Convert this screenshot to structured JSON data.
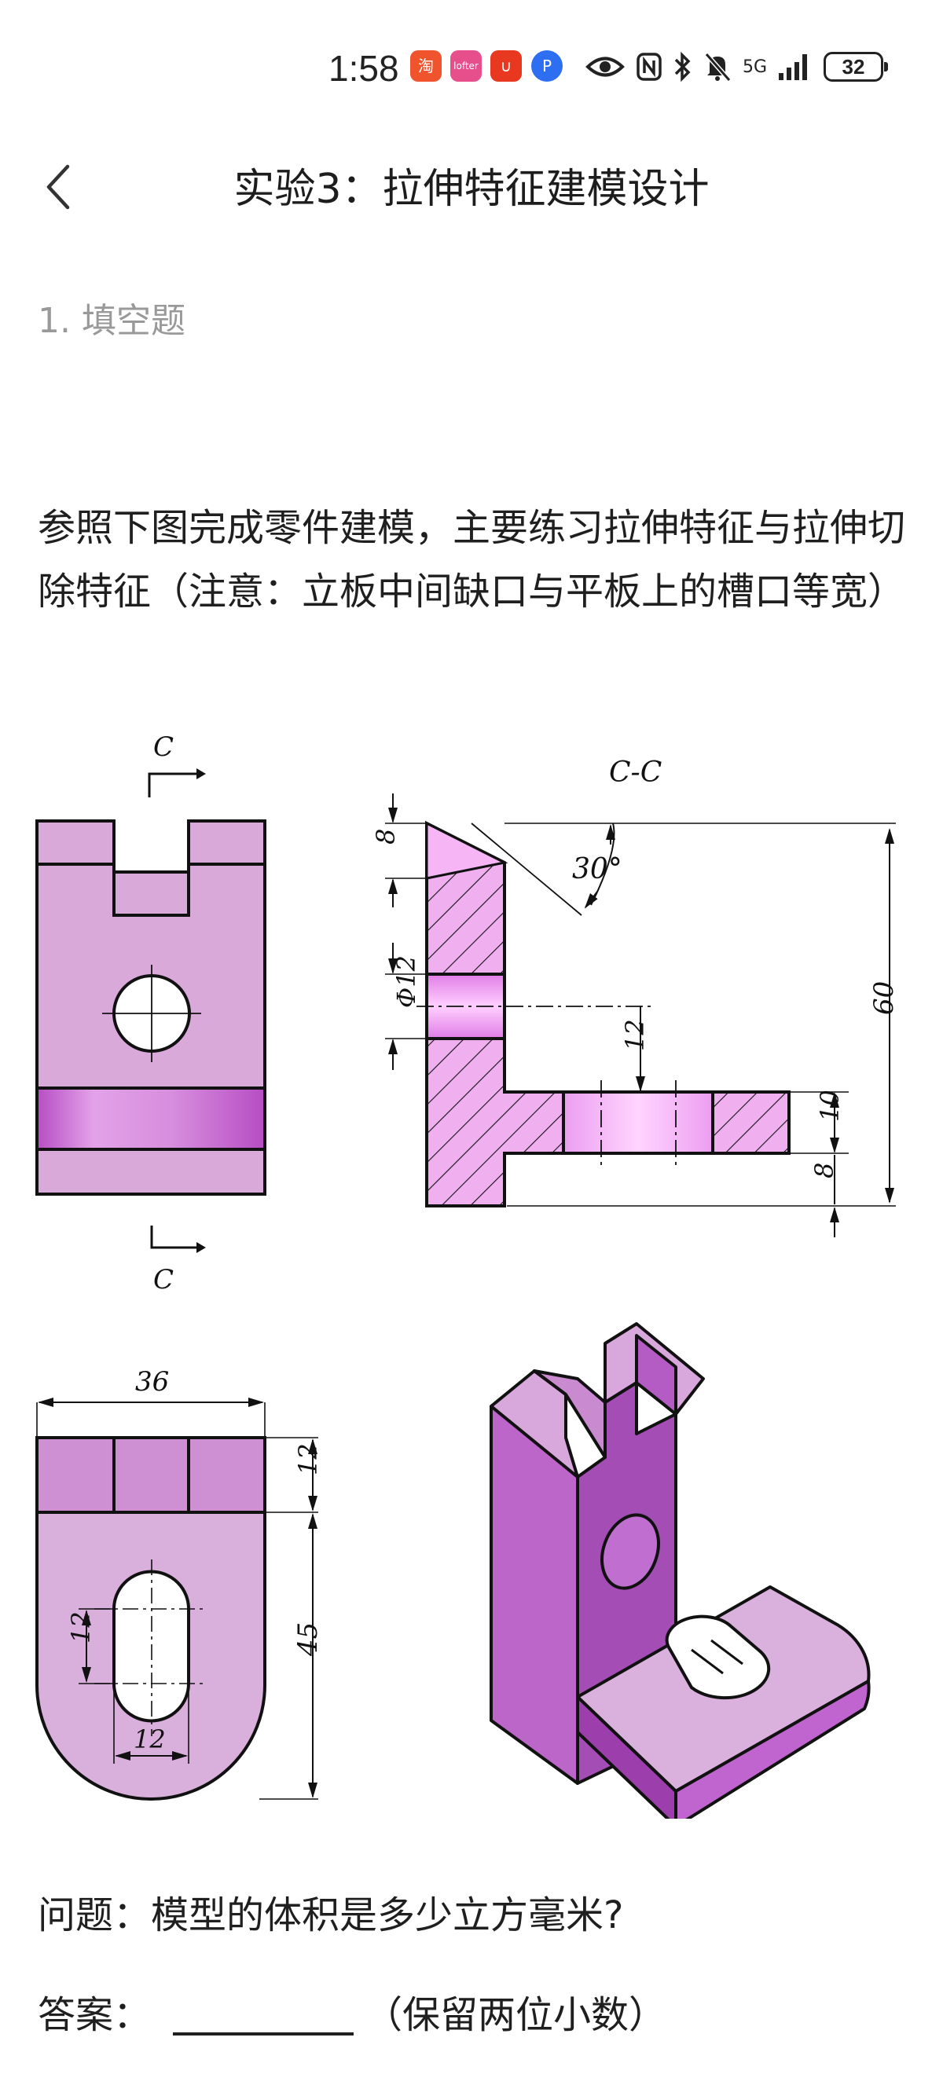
{
  "status_bar": {
    "time": "1:58",
    "app_icons": [
      {
        "name": "taobao-icon",
        "glyph": "淘",
        "color": "#f0542d"
      },
      {
        "name": "lofter-icon",
        "glyph": "lofter",
        "color": "#e74f8c"
      },
      {
        "name": "shopping-app-icon",
        "glyph": "∪",
        "color": "#e8381f"
      },
      {
        "name": "p-app-icon",
        "glyph": "P",
        "color": "#2d6ff0"
      }
    ],
    "network": "5G",
    "battery": "32"
  },
  "header": {
    "title": "实验3：拉伸特征建模设计"
  },
  "question": {
    "number_label": "1. 填空题",
    "prompt": "参照下图完成零件建模，主要练习拉伸特征与拉伸切除特征（注意：立板中间缺口与平板上的槽口等宽）",
    "ask": "问题：模型的体积是多少立方毫米?",
    "answer_label": "答案：",
    "answer_value": "",
    "answer_hint": "（保留两位小数）"
  },
  "drawing": {
    "section_marker": "C",
    "section_title": "C-C",
    "dims": {
      "top_chamfer": "8",
      "angle": "30°",
      "hole_dia": "Φ12",
      "hole_height": "12",
      "total_height": "60",
      "plate_thickness": "10",
      "base_height": "8",
      "width": "36",
      "rib_depth": "12",
      "plate_length": "45",
      "slot_length": "12",
      "slot_width": "12"
    },
    "colors": {
      "fill": "#d79bd8",
      "light": "#f4b6f4",
      "dark": "#b357c2"
    }
  }
}
